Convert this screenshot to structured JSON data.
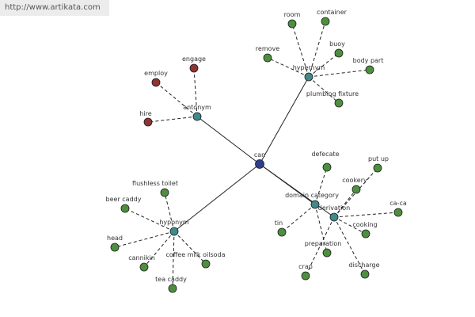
{
  "watermark": "http://www.artikata.com",
  "colors": {
    "center": "#2e3f8f",
    "hub": "#3f8a8a",
    "leaf": "#4e8f3e",
    "antonym_leaf": "#8f3434",
    "node_stroke": "#1c1c1c"
  },
  "graph": {
    "center": {
      "id": "can",
      "label": "can"
    },
    "hubs": [
      {
        "id": "antonym",
        "label": "antonym",
        "leaves": [
          {
            "id": "engage",
            "label": "engage",
            "kind": "antonym_leaf"
          },
          {
            "id": "employ",
            "label": "employ",
            "kind": "antonym_leaf"
          },
          {
            "id": "hire",
            "label": "hire",
            "kind": "antonym_leaf"
          }
        ]
      },
      {
        "id": "hypernym",
        "label": "hypernym",
        "leaves": [
          {
            "id": "room",
            "label": "room",
            "kind": "leaf"
          },
          {
            "id": "container",
            "label": "container",
            "kind": "leaf"
          },
          {
            "id": "buoy",
            "label": "buoy",
            "kind": "leaf"
          },
          {
            "id": "remove",
            "label": "remove",
            "kind": "leaf"
          },
          {
            "id": "body-part",
            "label": "body part",
            "kind": "leaf"
          },
          {
            "id": "plumbing-fixture",
            "label": "plumbing fixture",
            "kind": "leaf"
          }
        ]
      },
      {
        "id": "hyponym",
        "label": "hyponym",
        "leaves": [
          {
            "id": "flushless-toilet",
            "label": "flushless toilet",
            "kind": "leaf"
          },
          {
            "id": "beer-caddy",
            "label": "beer caddy",
            "kind": "leaf"
          },
          {
            "id": "head",
            "label": "head",
            "kind": "leaf"
          },
          {
            "id": "cannikin",
            "label": "cannikin",
            "kind": "leaf"
          },
          {
            "id": "coffee-milk-oilsoda",
            "label": "coffee milk oilsoda",
            "kind": "leaf"
          },
          {
            "id": "tea-caddy",
            "label": "tea caddy",
            "kind": "leaf"
          }
        ]
      },
      {
        "id": "domain-category",
        "label": "domain category",
        "leaves": [
          {
            "id": "defecate",
            "label": "defecate",
            "kind": "leaf"
          },
          {
            "id": "tin",
            "label": "tin",
            "kind": "leaf"
          },
          {
            "id": "preparation",
            "label": "preparation",
            "kind": "leaf"
          }
        ]
      },
      {
        "id": "derivation",
        "label": "derivation",
        "leaves": [
          {
            "id": "put-up",
            "label": "put up",
            "kind": "leaf"
          },
          {
            "id": "cookery",
            "label": "cookery",
            "kind": "leaf"
          },
          {
            "id": "ca-ca",
            "label": "ca-ca",
            "kind": "leaf"
          },
          {
            "id": "cooking",
            "label": "cooking",
            "kind": "leaf"
          },
          {
            "id": "crap",
            "label": "crap",
            "kind": "leaf"
          },
          {
            "id": "discharge",
            "label": "discharge",
            "kind": "leaf"
          }
        ]
      }
    ]
  }
}
